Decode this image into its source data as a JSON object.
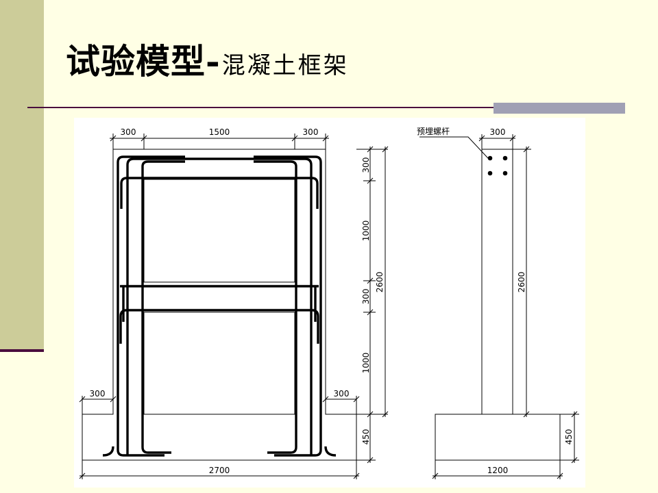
{
  "slide": {
    "title_main": "试验模型-",
    "title_sub": "混凝土框架"
  },
  "elevation": {
    "top_dims": [
      "300",
      "1500",
      "300"
    ],
    "vertical_dims": [
      "300",
      "1000",
      "300",
      "1000",
      "450"
    ],
    "total_height": "2600",
    "foot_dims": [
      "300",
      "300"
    ],
    "base_width": "2700"
  },
  "side": {
    "bolt_label": "预埋螺杆",
    "top_width": "300",
    "total_height": "2600",
    "base_height": "450",
    "base_width": "1200"
  }
}
